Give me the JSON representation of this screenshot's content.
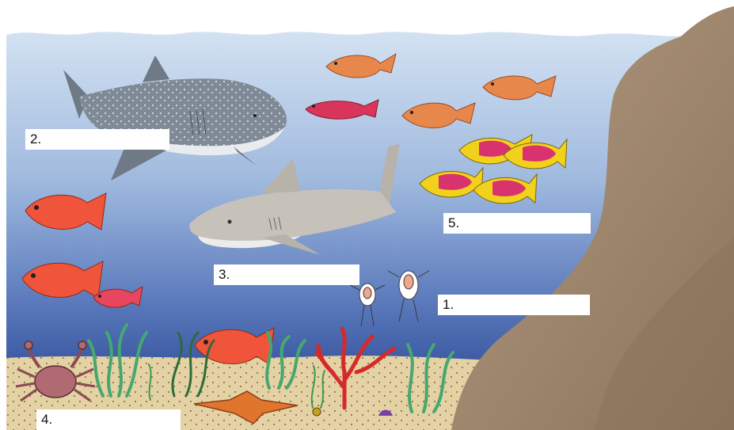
{
  "labels": {
    "l1": "1.",
    "l2": "2.",
    "l3": "3.",
    "l4": "4.",
    "l5": "5."
  },
  "colors": {
    "water_top": "#c9dcef",
    "water_bottom": "#3f5fa6",
    "rock": "#a48b72",
    "rock_dark": "#7d6450",
    "sand": "#e3cfa2",
    "whale_shark": "#7f8a96",
    "grey_shark": "#c3bfb7",
    "squirrelfish": "#f0543a",
    "orange_fish": "#e9884a",
    "yellow_fish": "#f3d21b",
    "pink_patch": "#d9336f",
    "coral_red": "#d82a2a",
    "seaweed_green": "#4aa86b",
    "starfish": "#e0752e",
    "crab": "#b06a72"
  },
  "icons": [
    "whale-shark-icon",
    "grey-shark-icon",
    "squirrelfish-icon",
    "orange-fish-icon",
    "yellow-fish-icon",
    "plankton-icon",
    "crab-icon",
    "starfish-icon",
    "coral-icon",
    "seaweed-icon",
    "rock-cliff-icon"
  ]
}
